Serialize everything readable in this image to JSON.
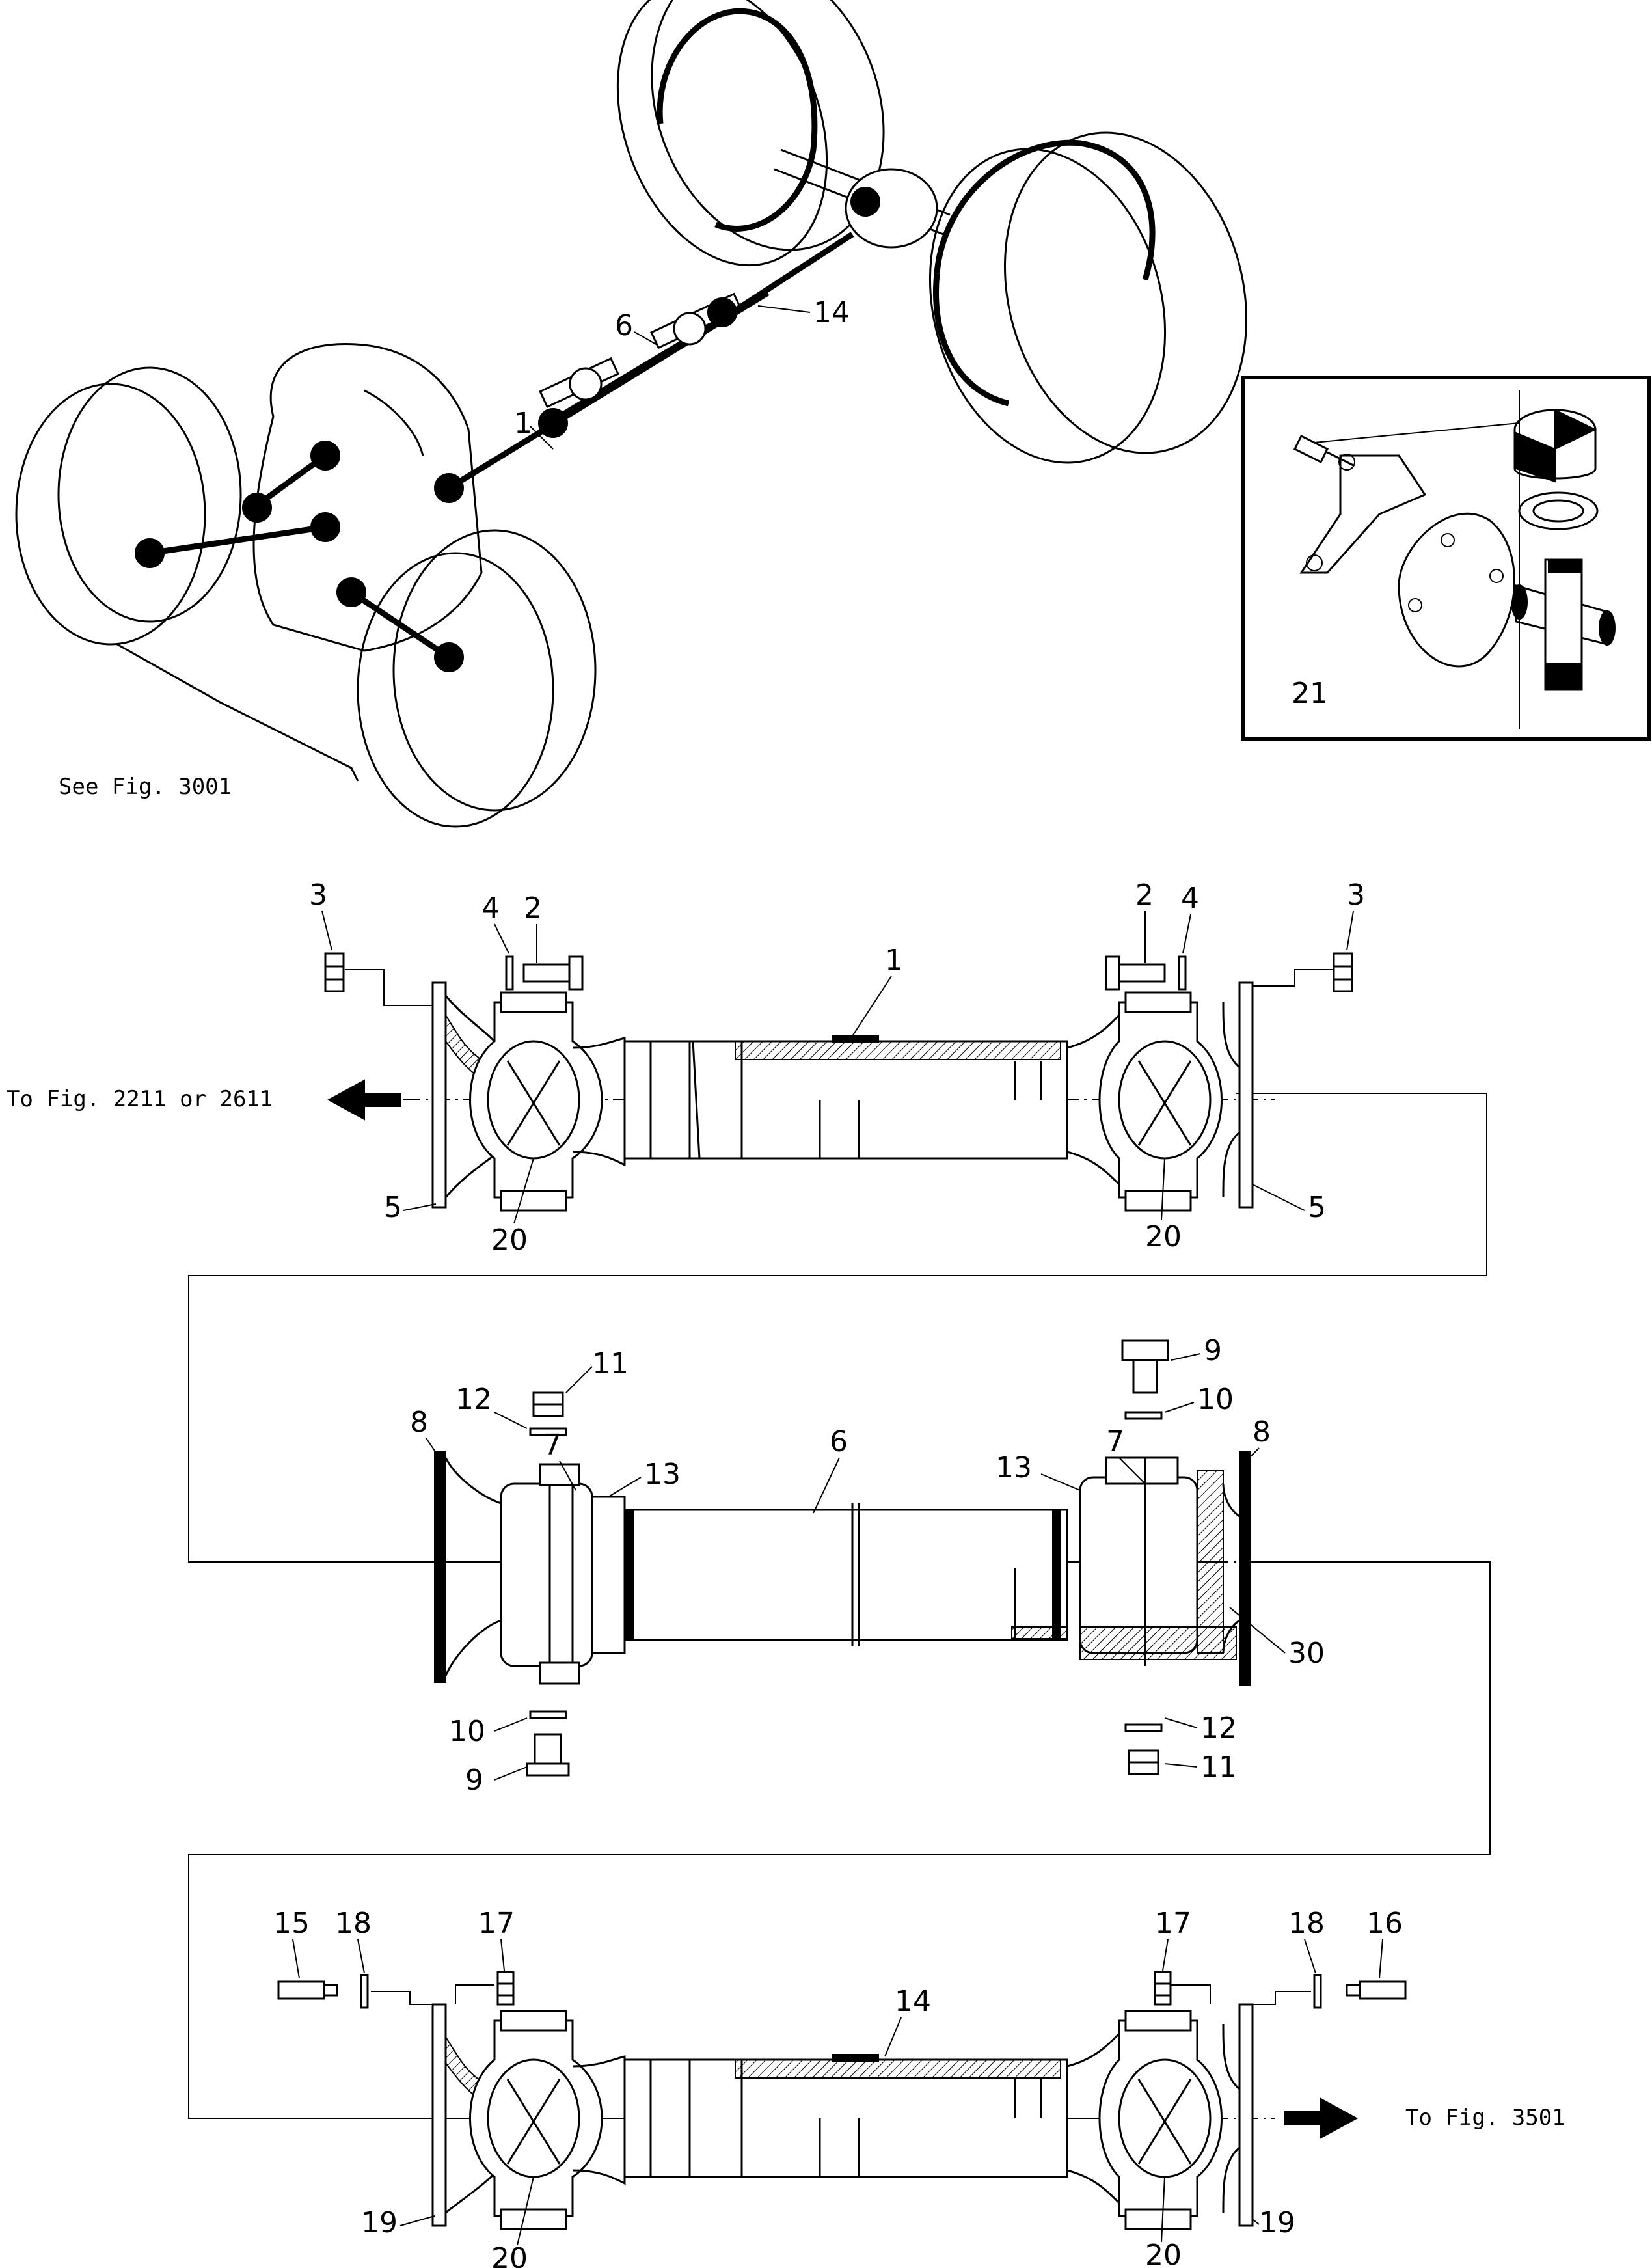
{
  "notes": {
    "see_fig": "See Fig. 3001",
    "to_fig_left": "To Fig. 2211 or 2611",
    "to_fig_right": "To Fig. 3501"
  },
  "callouts": {
    "overview_1": "1",
    "overview_6": "6",
    "overview_14": "14",
    "inset_21": "21",
    "s1_3l": "3",
    "s1_4l": "4",
    "s1_2l": "2",
    "s1_1": "1",
    "s1_2r": "2",
    "s1_4r": "4",
    "s1_3r": "3",
    "s1_5l": "5",
    "s1_20l": "20",
    "s1_20r": "20",
    "s1_5r": "5",
    "s2_11t": "11",
    "s2_12t": "12",
    "s2_8l": "8",
    "s2_7l": "7",
    "s2_13l": "13",
    "s2_6": "6",
    "s2_9t": "9",
    "s2_10t": "10",
    "s2_7r": "7",
    "s2_8r": "8",
    "s2_13r": "13",
    "s2_30": "30",
    "s2_10b": "10",
    "s2_9b": "9",
    "s2_12b": "12",
    "s2_11b": "11",
    "s3_15": "15",
    "s3_18l": "18",
    "s3_17l": "17",
    "s3_14": "14",
    "s3_17r": "17",
    "s3_18r": "18",
    "s3_16": "16",
    "s3_19l": "19",
    "s3_20l": "20",
    "s3_20r": "20",
    "s3_19r": "19"
  }
}
